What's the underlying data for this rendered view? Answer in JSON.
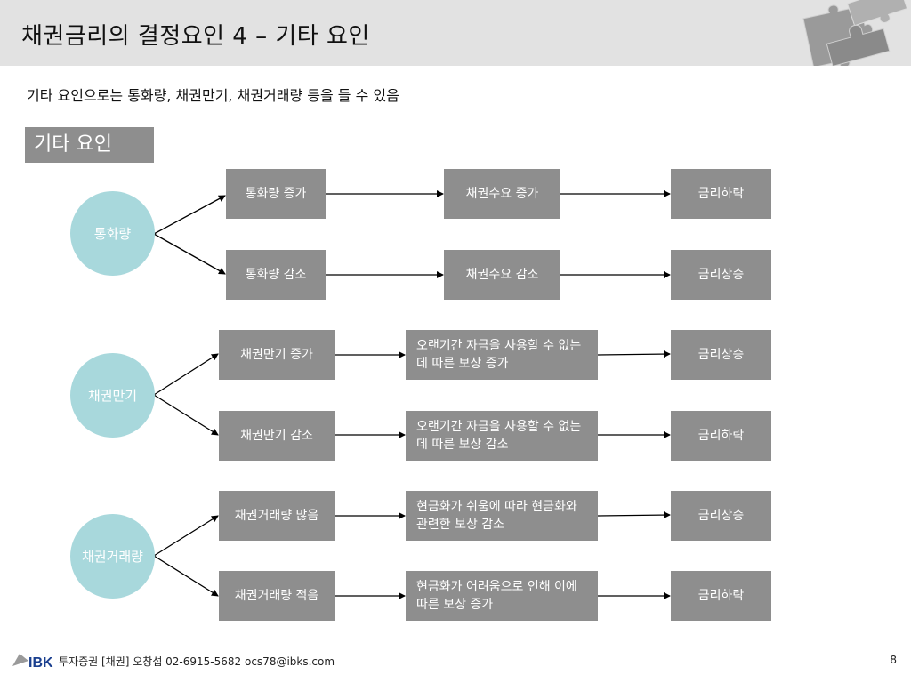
{
  "header": {
    "title": "채권금리의 결정요인 4 – 기타 요인"
  },
  "subtitle": "기타 요인으로는 통화량, 채권만기, 채권거래량 등을 들 수 있음",
  "section_label": "기타 요인",
  "groups": [
    {
      "factor": "통화량",
      "rows": [
        {
          "cause": "통화량 증가",
          "effect": "채권수요 증가",
          "result": "금리하락"
        },
        {
          "cause": "통화량 감소",
          "effect": "채권수요 감소",
          "result": "금리상승"
        }
      ]
    },
    {
      "factor": "채권만기",
      "rows": [
        {
          "cause": "채권만기 증가",
          "effect": "오랜기간 자금을 사용할 수 없는 데 따른 보상 증가",
          "result": "금리상승"
        },
        {
          "cause": "채권만기 감소",
          "effect": "오랜기간 자금을 사용할 수 없는 데 따른 보상 감소",
          "result": "금리하락"
        }
      ]
    },
    {
      "factor": "채권거래량",
      "rows": [
        {
          "cause": "채권거래량 많음",
          "effect": "현금화가 쉬움에 따라 현금화와 관련한 보상 감소",
          "result": "금리상승"
        },
        {
          "cause": "채권거래량 적음",
          "effect": "현금화가 어려움으로 인해 이에 따른 보상 증가",
          "result": "금리하락"
        }
      ]
    }
  ],
  "footer": {
    "logo_text": "IBK",
    "text": "투자증권 [채권] 오창섭 02-6915-5682 ocs78@ibks.com",
    "page_number": "8"
  },
  "colors": {
    "header_bg": "#e2e2e2",
    "box_gray": "#8e8e8e",
    "circle_teal": "#a8d8dc",
    "logo_blue": "#1a3f8f"
  }
}
